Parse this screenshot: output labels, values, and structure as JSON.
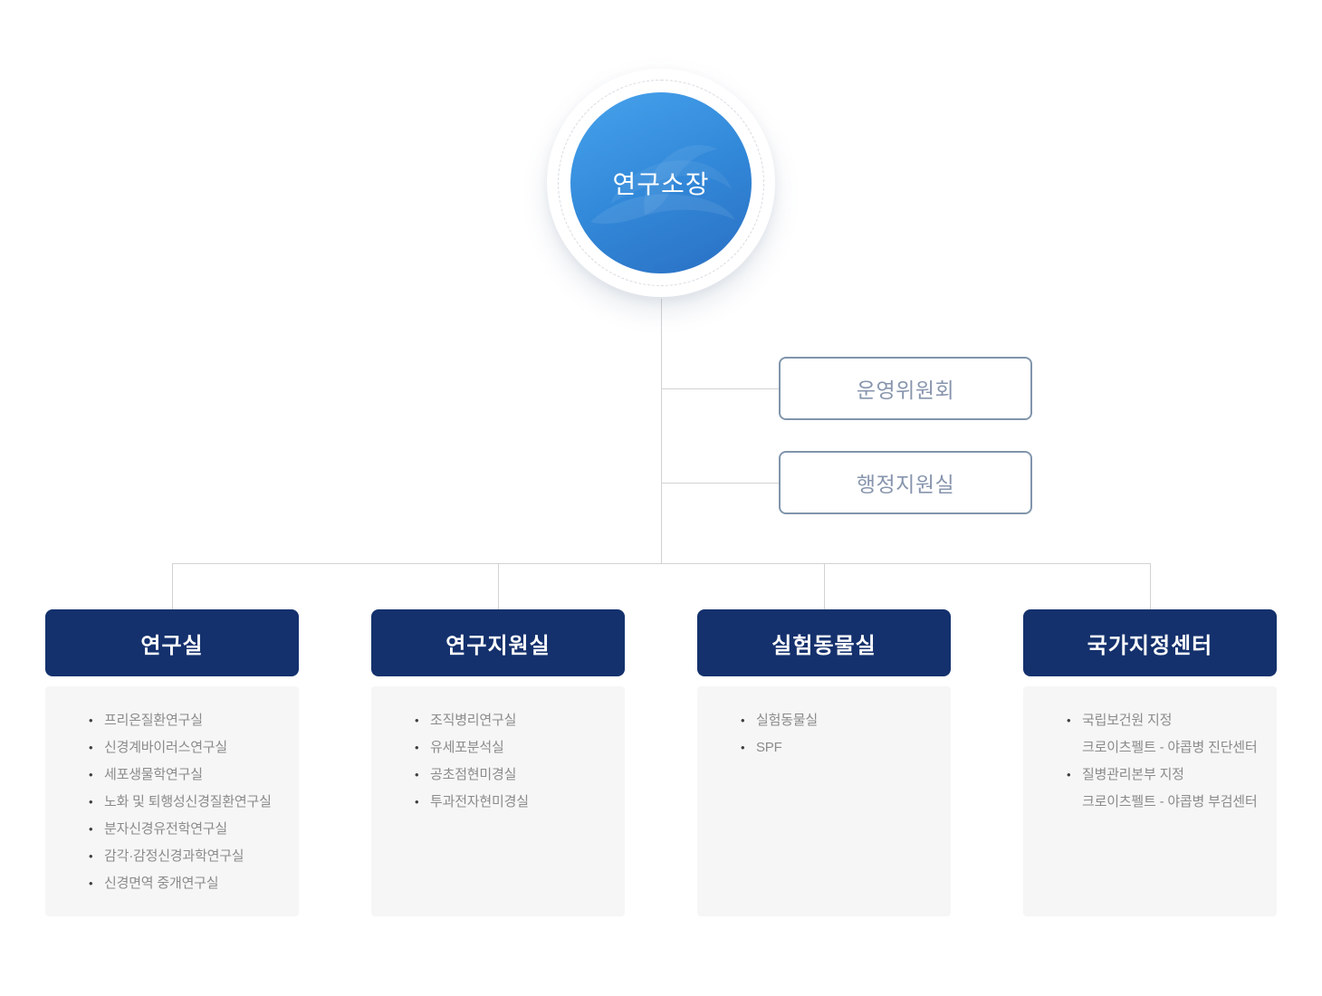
{
  "root_node": {
    "label": "연구소장"
  },
  "committee_boxes": [
    {
      "label": "운영위원회"
    },
    {
      "label": "행정지원실"
    }
  ],
  "departments": [
    {
      "title": "연구실",
      "items": [
        {
          "text": "프리온질환연구실"
        },
        {
          "text": "신경계바이러스연구실"
        },
        {
          "text": "세포생물학연구실"
        },
        {
          "text": "노화 및 퇴행성신경질환연구실"
        },
        {
          "text": "분자신경유전학연구실"
        },
        {
          "text": "감각·감정신경과학연구실"
        },
        {
          "text": "신경면역 중개연구실"
        }
      ]
    },
    {
      "title": "연구지원실",
      "items": [
        {
          "text": "조직병리연구실"
        },
        {
          "text": "유세포분석실"
        },
        {
          "text": "공초점현미경실"
        },
        {
          "text": "투과전자현미경실"
        }
      ]
    },
    {
      "title": "실험동물실",
      "items": [
        {
          "text": "실험동물실"
        },
        {
          "text": "SPF"
        }
      ]
    },
    {
      "title": "국가지정센터",
      "items": [
        {
          "text": "국립보건원 지정",
          "sub": "크로이츠펠트 - 야콥병 진단센터"
        },
        {
          "text": "질병관리본부 지정",
          "sub": "크로이츠펠트 - 야콥병 부검센터"
        }
      ]
    }
  ],
  "icons": {
    "bullet": "•",
    "wave_logo": "wave-swirl-watermark"
  },
  "colors": {
    "navy_header": "#14316d",
    "circle_gradient_start": "#47a2ec",
    "circle_gradient_end": "#2a6fc3",
    "outline_border": "#8095ab",
    "outline_text": "#8795ad",
    "panel_background": "#f6f6f6",
    "list_text": "#8b8b8b",
    "connector_line": "#d2d2d2"
  }
}
